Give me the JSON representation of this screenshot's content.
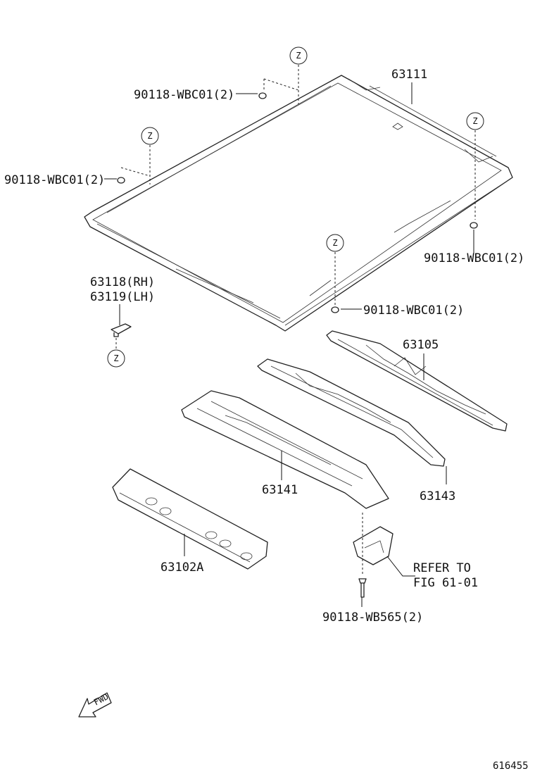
{
  "zmark": "Z",
  "parts": {
    "roof_panel": "63111",
    "clip_top_left": "90118-WBC01(2)",
    "clip_left": "90118-WBC01(2)",
    "clip_right": "90118-WBC01(2)",
    "clip_center": "90118-WBC01(2)",
    "bracket_rh": "63118(RH)",
    "bracket_lh": "63119(LH)",
    "rear_header": "63105",
    "roof_bow_center": "63143",
    "roof_bow_front": "63141",
    "front_header": "63102A",
    "screw": "90118-WB565(2)"
  },
  "refer_line1": "REFER TO",
  "refer_line2": "FIG 61-01",
  "fwd_label": "FWD",
  "figure_number": "616455"
}
